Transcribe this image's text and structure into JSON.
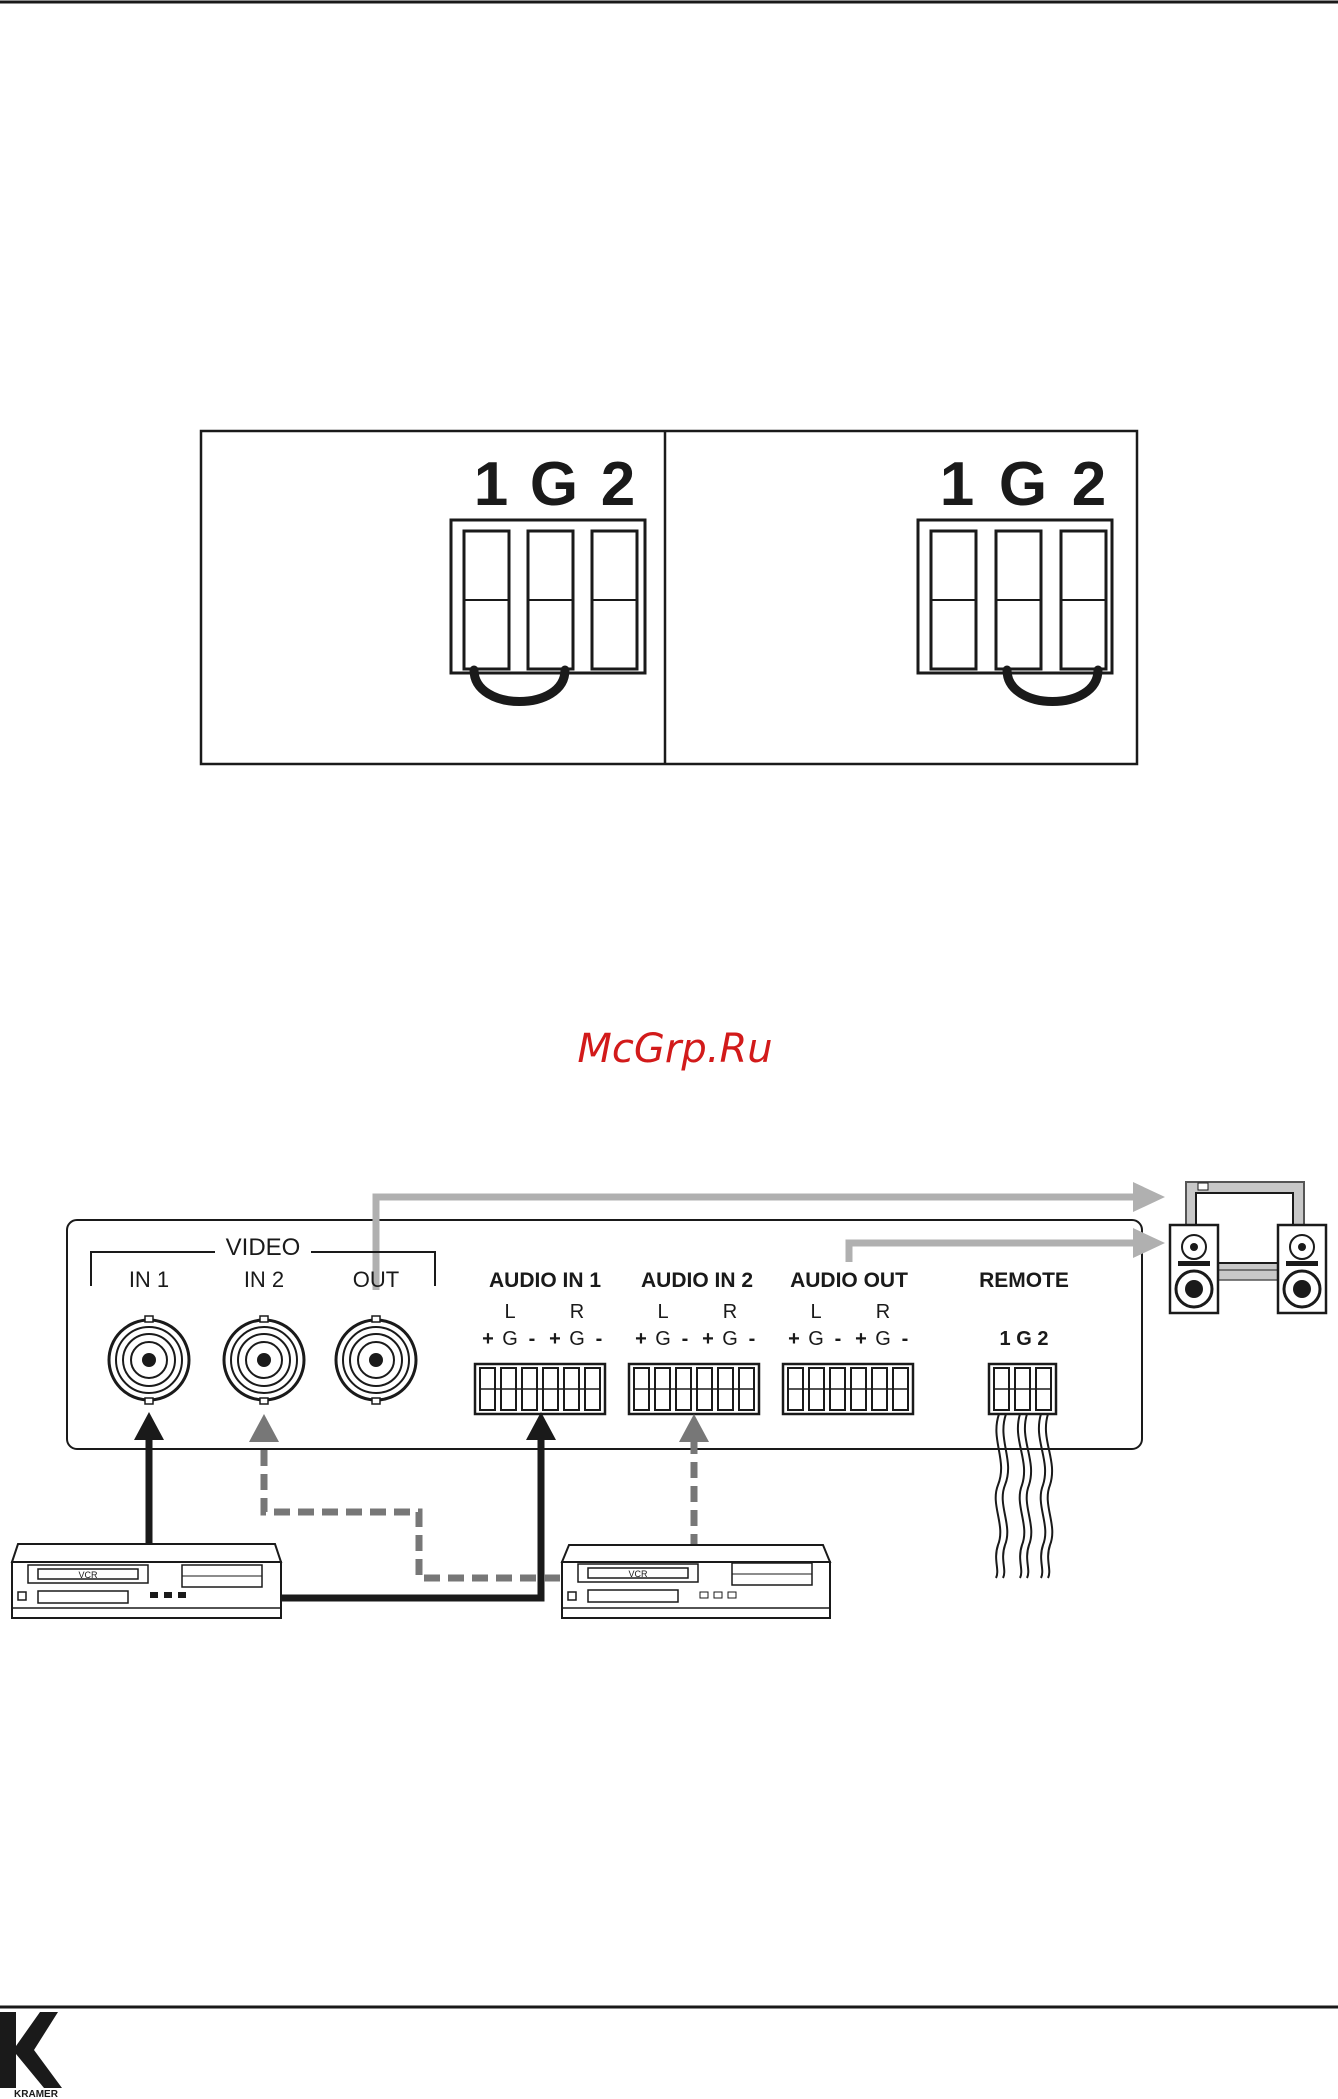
{
  "jumper_figure": {
    "left_panel": {
      "pin_labels": [
        "1",
        "G",
        "2"
      ]
    },
    "right_panel": {
      "pin_labels": [
        "1",
        "G",
        "2"
      ]
    }
  },
  "watermark": "McGrp.Ru",
  "device": {
    "video_group_label": "VIDEO",
    "video_ports": [
      "IN 1",
      "IN 2",
      "OUT"
    ],
    "audio_groups": [
      {
        "label": "AUDIO IN 1",
        "channels": [
          "L",
          "R"
        ],
        "pins": [
          "+",
          "G",
          "-",
          "+",
          "G",
          "-"
        ]
      },
      {
        "label": "AUDIO IN 2",
        "channels": [
          "L",
          "R"
        ],
        "pins": [
          "+",
          "G",
          "-",
          "+",
          "G",
          "-"
        ]
      },
      {
        "label": "AUDIO OUT",
        "channels": [
          "L",
          "R"
        ],
        "pins": [
          "+",
          "G",
          "-",
          "+",
          "G",
          "-"
        ]
      }
    ],
    "remote": {
      "label": "REMOTE",
      "pins": "1 G 2"
    }
  },
  "sources": [
    {
      "label": "VCR"
    },
    {
      "label": "VCR"
    }
  ],
  "footer": {
    "logo_text": "KRAMER"
  },
  "colors": {
    "line_black": "#1a1a1a",
    "dashed_gray": "#777777",
    "output_gray": "#b0b0b0",
    "watermark_red": "#d21a1a"
  }
}
